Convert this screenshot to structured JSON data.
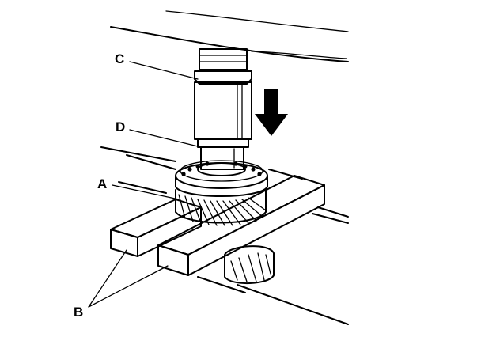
{
  "labels": {
    "a": "A",
    "b": "B",
    "c": "C",
    "d": "D"
  },
  "colors": {
    "ink": "#000000",
    "paper": "#ffffff"
  },
  "icons": {
    "press_direction": "arrow-down-icon"
  }
}
